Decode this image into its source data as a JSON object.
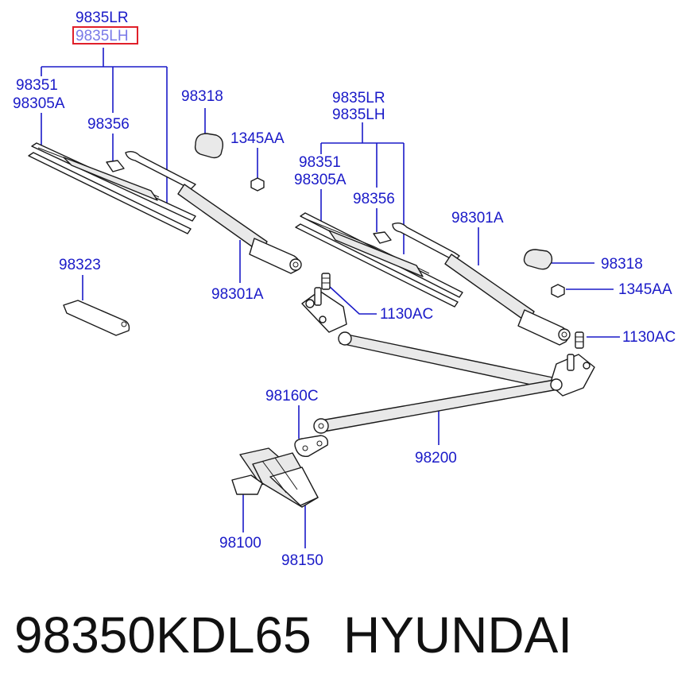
{
  "labels": {
    "top_lr": "9835LR",
    "top_lh": "9835LH",
    "left_98351": "98351",
    "left_98305a": "98305A",
    "left_98356": "98356",
    "left_98318": "98318",
    "left_1345aa": "1345AA",
    "left_98323": "98323",
    "left_98301a": "98301A",
    "right_lr": "9835LR",
    "right_lh": "9835LH",
    "right_98351": "98351",
    "right_98305a": "98305A",
    "right_98356": "98356",
    "right_98301a": "98301A",
    "right_98318": "98318",
    "right_1345aa": "1345AA",
    "bolt_1130ac_a": "1130AC",
    "bolt_1130ac_b": "1130AC",
    "link_98160c": "98160C",
    "link_98200": "98200",
    "motor_98100": "98100",
    "motor_98150": "98150"
  },
  "footer": {
    "part_number": "98350KDL65",
    "brand": "HYUNDAI"
  },
  "colors": {
    "label": "#1a1ac8",
    "highlight_box": "#e0202a",
    "highlight_text": "#7a7ae8"
  }
}
